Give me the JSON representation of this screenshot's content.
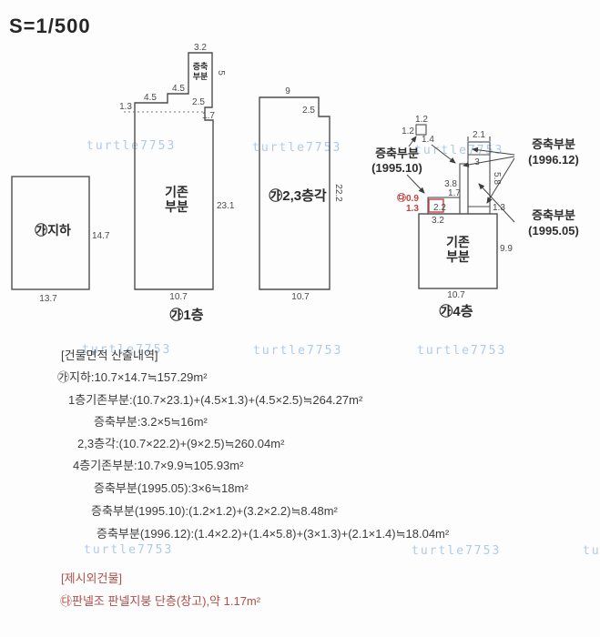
{
  "title": {
    "scale": "S=1/500"
  },
  "watermark": {
    "text": "turtle7753"
  },
  "colors": {
    "line": "#4d4d4d",
    "red": "#b34d48",
    "watermark": "#aecbe9",
    "text": "#3c3c3c"
  },
  "drawings": {
    "basement": {
      "label": "㉮지하",
      "right_dim": "14.7",
      "bottom_dim": "13.7"
    },
    "floor1": {
      "caption": "㉮1층",
      "room_label_1": "기존",
      "room_label_2": "부분",
      "ext_label_1": "증축",
      "ext_label_2": "부분",
      "ext_top_dim": "3.2",
      "ext_side_dim": "5",
      "step_left_dim": "1.3",
      "step1_dim": "4.5",
      "step2_dim": "4.5",
      "right_step_dim": "2.5",
      "right_step2_dim": "1.7",
      "height_dim": "23.1",
      "bottom_dim": "10.7"
    },
    "floor23": {
      "label": "㉮2,3층각",
      "top_dim": "9",
      "notch_dim": "2.5",
      "height_dim": "22.2",
      "bottom_dim": "10.7"
    },
    "floor4": {
      "caption": "㉮4층",
      "room_label_1": "기존",
      "room_label_2": "부분",
      "height_dim": "9.9",
      "bottom_dim": "10.7",
      "box_top_dim": "1.2",
      "box_left_dim": "1.2",
      "dim_1_4": "1.4",
      "dim_2_1": "2.1",
      "dim_3": "3",
      "dim_3_8": "3.8",
      "dim_5_8": "5.8",
      "dim_1_3": "1.3",
      "dim_1_7": "1.7",
      "dim_2_2": "2.2",
      "dim_3_2": "3.2",
      "red_mark_label": "㉰0.9",
      "red_mark_dim": "1.3",
      "ext9510_1": "증축부분",
      "ext9510_2": "(1995.10)",
      "ext9612_1": "증축부분",
      "ext9612_2": "(1996.12)",
      "ext9505_1": "증축부분",
      "ext9505_2": "(1995.05)"
    }
  },
  "calc": {
    "header": "[건물면적 산출내역]",
    "line1": "㉮지하:10.7×14.7≒157.29m²",
    "line2": "1층기존부분:(10.7×23.1)+(4.5×1.3)+(4.5×2.5)≒264.27m²",
    "line3": "증축부분:3.2×5≒16m²",
    "line4": "2,3층각:(10.7×22.2)+(9×2.5)≒260.04m²",
    "line5": "4층기존부분:10.7×9.9≒105.93m²",
    "line6": "증축부분(1995.05):3×6≒18m²",
    "line7": "증축부분(1995.10):(1.2×1.2)+(3.2×2.2)≒8.48m²",
    "line8": "증축부분(1996.12):(1.4×2.2)+(1.4×5.8)+(3×1.3)+(2.1×1.4)≒18.04m²"
  },
  "extra": {
    "header": "[제시외건물]",
    "line": "㉰판넬조 판넬지붕 단층(창고),약 1.17m²"
  }
}
